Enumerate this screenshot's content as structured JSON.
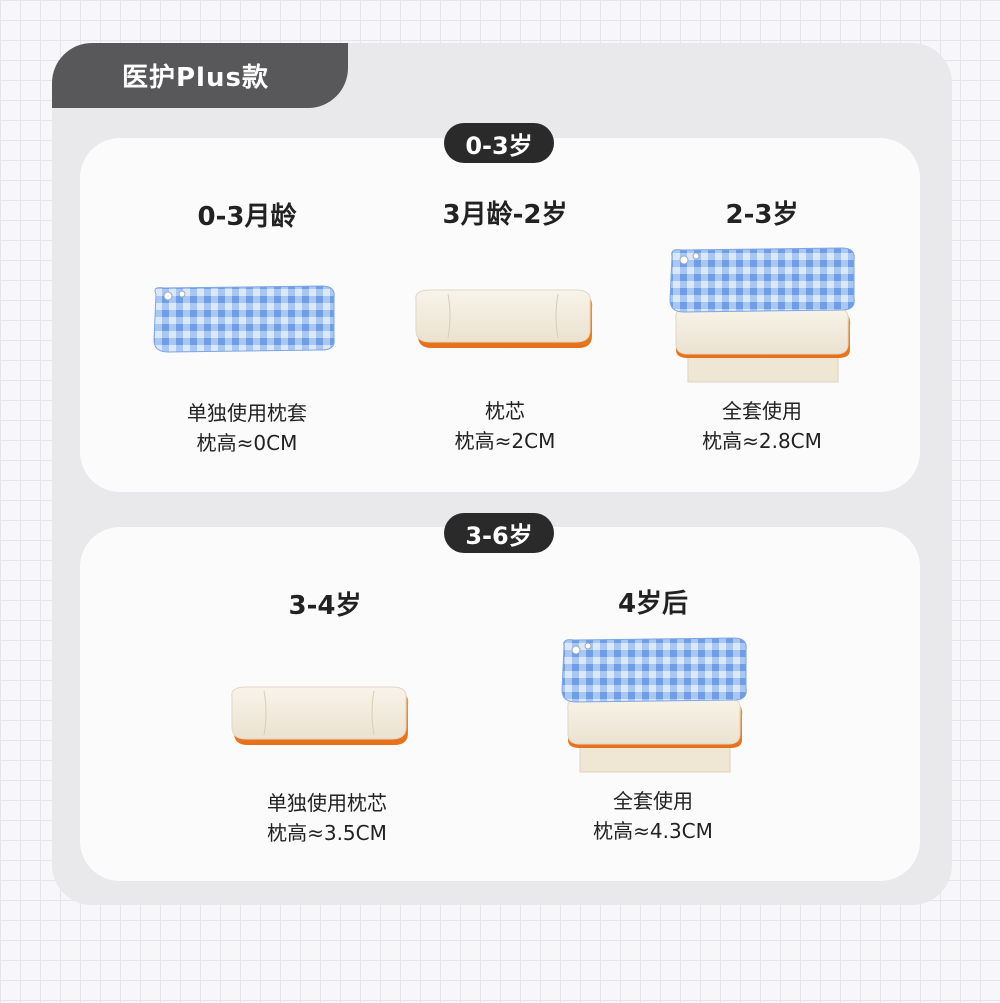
{
  "header": {
    "title": "医护Plus款"
  },
  "sections": [
    {
      "badge": "0-3岁",
      "items": [
        {
          "title": "0-3月龄",
          "line1": "单独使用枕套",
          "line2": "枕高≈0CM",
          "image": "pillowcase-only"
        },
        {
          "title": "3月龄-2岁",
          "line1": "枕芯",
          "line2": "枕高≈2CM",
          "image": "pillow-core"
        },
        {
          "title": "2-3岁",
          "line1": "全套使用",
          "line2": "枕高≈2.8CM",
          "image": "full-set"
        }
      ]
    },
    {
      "badge": "3-6岁",
      "items": [
        {
          "title": "3-4岁",
          "line1": "单独使用枕芯",
          "line2": "枕高≈3.5CM",
          "image": "pillow-core"
        },
        {
          "title": "4岁后",
          "line1": "全套使用",
          "line2": "枕高≈4.3CM",
          "image": "full-set"
        }
      ]
    }
  ],
  "colors": {
    "tab": "#58585a",
    "badge": "#2a2a2a",
    "plaid_blue": "#8fb6ee",
    "orange": "#ee7a1e",
    "cream": "#f3ece0"
  }
}
